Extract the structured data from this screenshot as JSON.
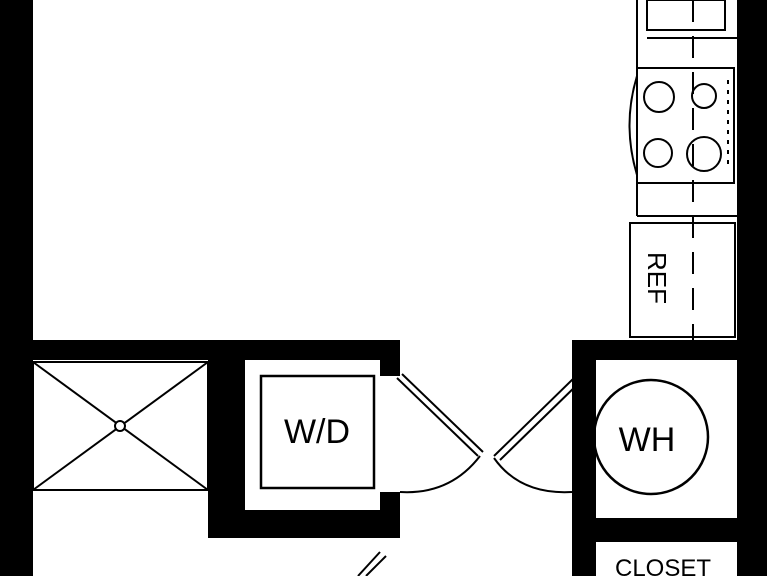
{
  "labels": {
    "wd": "W/D",
    "wh": "WH",
    "ref": "REF",
    "closet": "CLOSET"
  },
  "colors": {
    "wall": "#000000",
    "background": "#ffffff",
    "line": "#000000"
  }
}
